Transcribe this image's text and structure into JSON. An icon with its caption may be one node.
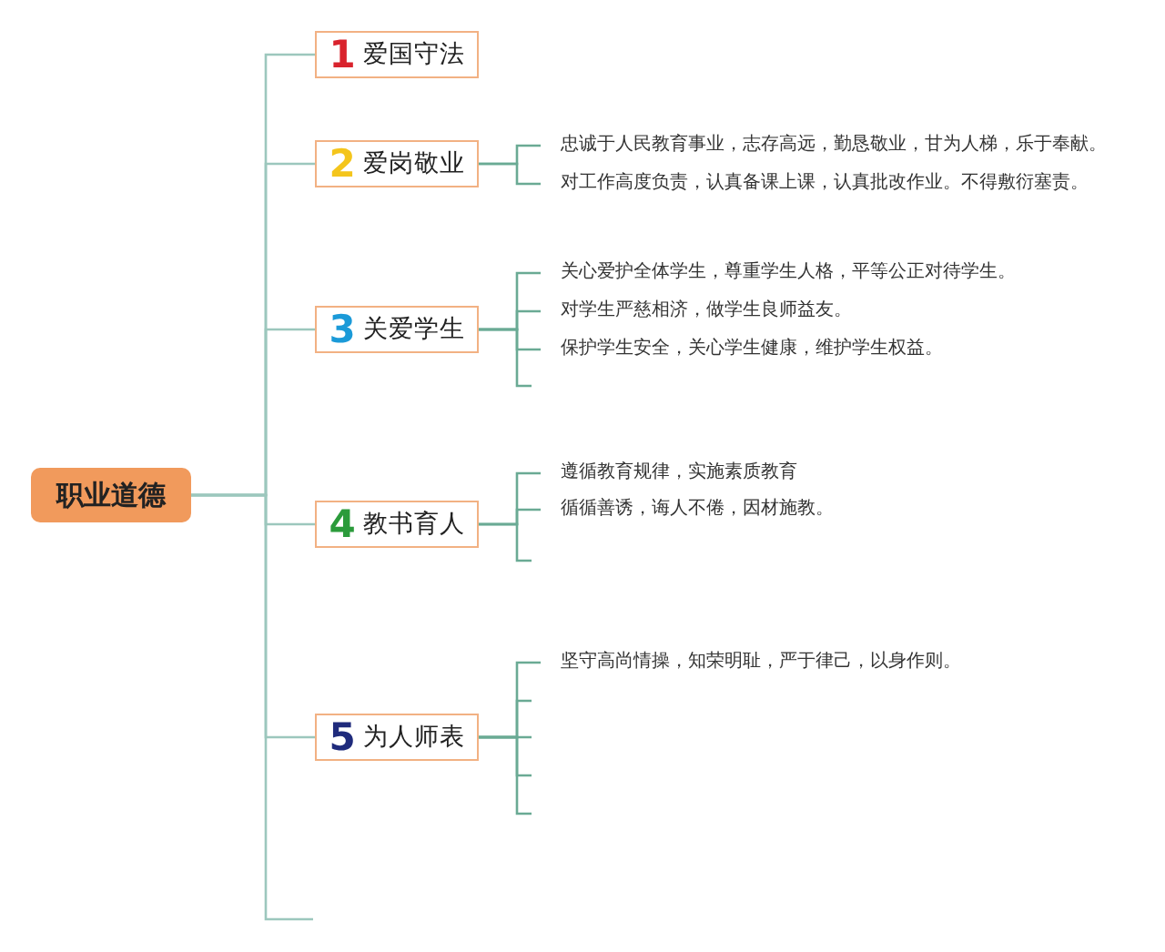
{
  "diagram": {
    "nodes": [
      {
        "text": [
          "职业道德"
        ]
      },
      {
        "text": [
          "1",
          "爱国守法"
        ]
      },
      {
        "text": [
          "2",
          "爱岗敬业"
        ]
      },
      {
        "text": [
          "忠诚于人民教育事业，志存高远，勤恳敬业，甘为人梯，乐于奉献。"
        ]
      },
      {
        "text": [
          "对工作高度负责，认真备课上课，认真批改作业。不得敷衍塞责。"
        ]
      },
      {
        "text": [
          "3",
          "关爱学生"
        ]
      },
      {
        "text": [
          "关心爱护全体学生，尊重学生人格，平等公正对待学生。"
        ]
      },
      {
        "text": [
          "对学生严慈相济，做学生良师益友。"
        ]
      },
      {
        "text": [
          "保护学生安全，关心学生健康，维护学生权益。"
        ]
      },
      {
        "text": [
          "4",
          "教书育人"
        ]
      },
      {
        "text": [
          "遵循教育规律，实施素质教育"
        ]
      },
      {
        "text": [
          "循循善诱，诲人不倦，因材施教。"
        ]
      },
      {
        "text": [
          "5",
          "为人师表"
        ]
      },
      {
        "text": [
          "坚守高尚情操，知荣明耻，严于律己，以身作则。"
        ]
      }
    ],
    "edges": [
      {
        "from": 0,
        "to": 1,
        "arrow": "none"
      },
      {
        "from": 0,
        "to": 2,
        "arrow": "none"
      },
      {
        "from": 0,
        "to": 5,
        "arrow": "none"
      },
      {
        "from": 0,
        "to": 9,
        "arrow": "none"
      },
      {
        "from": 0,
        "to": 12,
        "arrow": "none"
      },
      {
        "from": 0,
        "to": null,
        "arrow": "none"
      },
      {
        "from": 2,
        "to": 3,
        "arrow": "none"
      },
      {
        "from": 2,
        "to": 4,
        "arrow": "none"
      },
      {
        "from": 5,
        "to": 6,
        "arrow": "none"
      },
      {
        "from": 5,
        "to": 7,
        "arrow": "none"
      },
      {
        "from": 5,
        "to": 8,
        "arrow": "none"
      },
      {
        "from": 5,
        "to": null,
        "arrow": "none"
      },
      {
        "from": 9,
        "to": 10,
        "arrow": "none"
      },
      {
        "from": 9,
        "to": 11,
        "arrow": "none"
      },
      {
        "from": 9,
        "to": null,
        "arrow": "none"
      },
      {
        "from": 12,
        "to": 13,
        "arrow": "none"
      },
      {
        "from": 12,
        "to": null,
        "arrow": "none"
      },
      {
        "from": 12,
        "to": null,
        "arrow": "none"
      },
      {
        "from": 12,
        "to": null,
        "arrow": "none"
      },
      {
        "from": 12,
        "to": null,
        "arrow": "none"
      }
    ]
  }
}
